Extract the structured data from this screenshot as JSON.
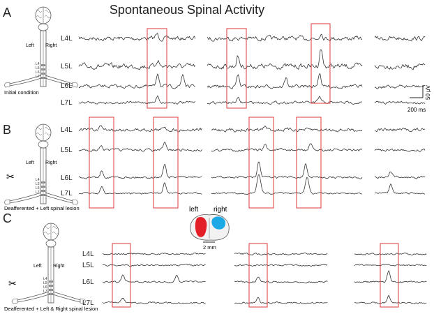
{
  "figure": {
    "title": "Spontaneous Spinal Activity",
    "panels": [
      {
        "label": "A",
        "caption": "Initial condition",
        "side_labels": {
          "left": "Left",
          "right": "Right"
        },
        "segment_tags": [
          "L4",
          "L5",
          "L6",
          "L7"
        ],
        "traces": [
          "L4L",
          "L5L",
          "L6L",
          "L7L"
        ],
        "scalebar": {
          "amplitude": "50 μV",
          "time": "200 ms"
        }
      },
      {
        "label": "B",
        "caption": "Deafferented + Left spinal lesion",
        "side_labels": {
          "left": "Left",
          "right": "Right"
        },
        "segment_tags": [
          "L4",
          "L5",
          "L6",
          "L7"
        ],
        "traces": [
          "L4L",
          "L5L",
          "L6L",
          "L7L"
        ]
      },
      {
        "label": "C",
        "caption": "Deafferented + Left & Right spinal lesion",
        "side_labels": {
          "left": "Left",
          "right": "Right"
        },
        "segment_tags": [
          "L4",
          "L5",
          "L6",
          "L7"
        ],
        "traces": [
          "L4L",
          "L5L",
          "L6L",
          "L7L"
        ]
      }
    ],
    "lesion_inset": {
      "left_label": "left",
      "right_label": "right",
      "scale": "2 mm",
      "left_color": "#e41e26",
      "right_color": "#1ca9e6"
    },
    "colors": {
      "highlight_box": "#e0494c",
      "trace": "#333333"
    }
  }
}
